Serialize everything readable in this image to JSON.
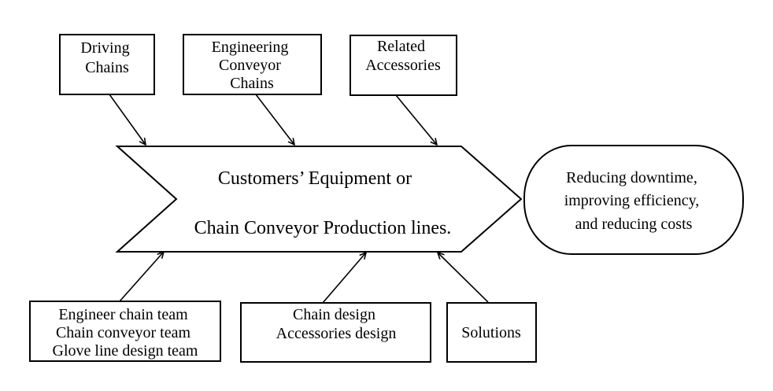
{
  "diagram": {
    "type": "cause-effect (fishbone-style) flow",
    "colors": {
      "stroke": "#000000",
      "fill": "#ffffff",
      "text": "#000000"
    },
    "top_inputs": [
      {
        "id": "driving-chains",
        "lines": [
          "Driving",
          "Chains"
        ]
      },
      {
        "id": "engineering-conveyor-chains",
        "lines": [
          "Engineering",
          "Conveyor",
          "Chains"
        ]
      },
      {
        "id": "related-accessories",
        "lines": [
          "Related",
          "Accessories"
        ]
      }
    ],
    "bottom_inputs": [
      {
        "id": "teams",
        "lines": [
          "Engineer chain team",
          "Chain conveyor team",
          "Glove line design team"
        ]
      },
      {
        "id": "design",
        "lines": [
          "Chain design",
          "Accessories design"
        ]
      },
      {
        "id": "solutions",
        "lines": [
          "Solutions"
        ]
      }
    ],
    "center": {
      "lines": [
        "Customers’ Equipment or",
        "Chain Conveyor Production lines."
      ]
    },
    "outcome": {
      "lines": [
        "Reducing downtime,",
        "improving efficiency,",
        "and reducing costs"
      ]
    }
  }
}
